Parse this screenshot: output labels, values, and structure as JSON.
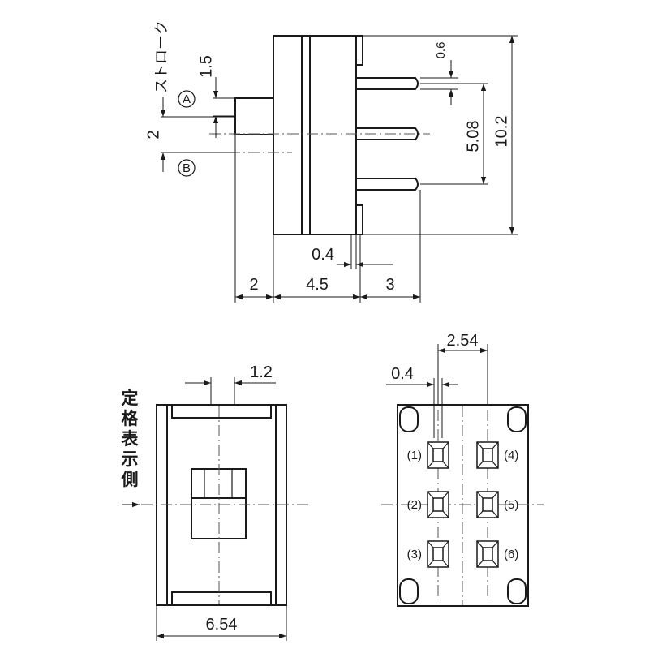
{
  "side_view": {
    "stroke_label": "ストローク",
    "pos_a": "A",
    "pos_b": "B",
    "dim_stroke": "1.5",
    "dim_knob": "2",
    "dim_pin_width": "0.6",
    "dim_pitch": "5.08",
    "dim_height": "10.2",
    "dim_pin_gap": "0.4",
    "dim_knob_len": "2",
    "dim_body_len": "4.5",
    "dim_pin_len": "3"
  },
  "top_view": {
    "rating_side_label": "定格表示側",
    "dim_knob_width": "1.2",
    "dim_body_width": "6.54"
  },
  "bottom_view": {
    "dim_pitch": "2.54",
    "dim_pad": "0.4",
    "pins": [
      "(1)",
      "(2)",
      "(3)",
      "(4)",
      "(5)",
      "(6)"
    ]
  }
}
